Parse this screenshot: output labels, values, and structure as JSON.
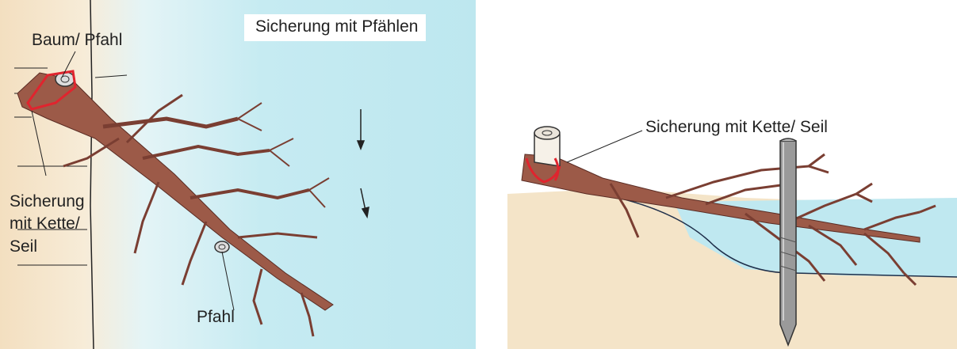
{
  "left": {
    "title": "Sicherung mit Pfählen",
    "label_tree_post": "Baum/ Pfahl",
    "label_secure_line1": "Sicherung",
    "label_secure_line2": "mit Kette/",
    "label_secure_line3": "Seil",
    "label_post": "Pfahl"
  },
  "right": {
    "label_secure": "Sicherung mit Kette/ Seil"
  },
  "colors": {
    "water": "#bfe8f0",
    "bank": "#f4e4c8",
    "branch": "#8b4a3c",
    "rope": "#e0242e",
    "stake": "#8a8a8a"
  },
  "icons": [
    "flow-arrow-icon",
    "post-top-icon",
    "stake-icon"
  ]
}
